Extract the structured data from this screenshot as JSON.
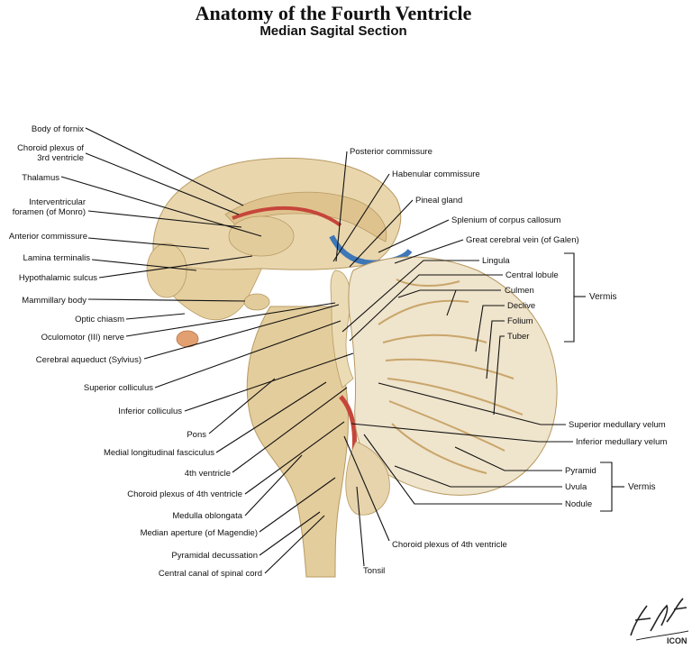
{
  "title": "Anatomy of the Fourth Ventricle",
  "subtitle": "Median Sagital Section",
  "labels_left": [
    "Body of fornix",
    "Choroid plexus of",
    "3rd ventricle",
    "Thalamus",
    "Interventricular",
    "foramen (of Monro)",
    "Anterior commissure",
    "Lamina terminalis",
    "Hypothalamic sulcus",
    "Mammillary body",
    "Optic chiasm",
    "Oculomotor (III) nerve",
    "Cerebral aqueduct (Sylvius)",
    "Superior colliculus",
    "Inferior colliculus",
    "Pons",
    "Medial longitudinal fasciculus",
    "4th ventricle",
    "Choroid plexus of 4th ventricle",
    "Medulla oblongata",
    "Median aperture (of Magendie)",
    "Pyramidal decussation",
    "Central canal of spinal cord"
  ],
  "labels_top_right": [
    "Posterior commissure",
    "Habenular commissure",
    "Pineal gland",
    "Splenium of corpus callosum",
    "Great cerebral vein (of Galen)"
  ],
  "labels_vermis_upper": [
    "Lingula",
    "Central lobule",
    "Culmen",
    "Declive",
    "Folium",
    "Tuber"
  ],
  "labels_right": [
    "Superior medullary velum",
    "Inferior medullary velum"
  ],
  "labels_vermis_lower": [
    "Pyramid",
    "Uvula",
    "Nodule"
  ],
  "vermis_group_upper": "Vermis",
  "vermis_group_lower": "Vermis",
  "labels_bottom": [
    "Choroid plexus of 4th ventricle",
    "Tonsil"
  ],
  "signature": "F. Netter M.D.",
  "publisher_mark": "ICON",
  "colors": {
    "tissue": "#e9d6ad",
    "tissue_dark": "#d9bf8a",
    "cerebellum": "#efe4cc",
    "artery_red": "#c6453a",
    "vein_blue": "#3f77b6"
  }
}
